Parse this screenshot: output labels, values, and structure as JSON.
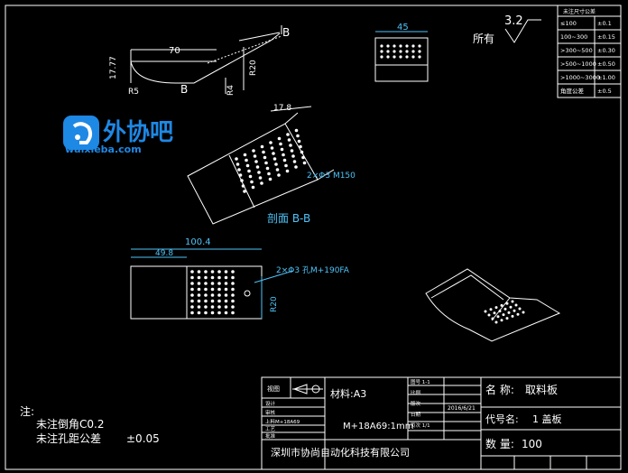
{
  "watermark": {
    "brand_text": "外协吧",
    "brand_url": "waixieba.com",
    "colors": {
      "brand_blue": "#1E88E5",
      "brand_white": "#FFFFFF"
    }
  },
  "roughness": {
    "value": "3.2",
    "label": "所有"
  },
  "tolerance_table": {
    "title": "未注尺寸公差",
    "rows": [
      {
        "range": "≤100",
        "tol": "±0.1"
      },
      {
        "range": "100~300",
        "tol": "±0.15"
      },
      {
        "range": ">300~500",
        "tol": "±0.30"
      },
      {
        "range": ">500~1000",
        "tol": "±0.50"
      },
      {
        "range": ">1000~3000",
        "tol": "±1.00"
      },
      {
        "range": "角度公差",
        "tol": "±0.5"
      }
    ]
  },
  "dimensions": {
    "side_top": "70",
    "side_left": "17.77",
    "side_right": "R20",
    "side_bottom_left": "R5",
    "side_bottom_right": "R4",
    "top_view_width": "45",
    "plan_width": "100.4",
    "plan_inner": "49.8",
    "plan_right": "R20",
    "hole_note": "2×Φ3 孔M+190FA",
    "section_dim": "17.8",
    "section_note": "2×Φ3 M150"
  },
  "labels": {
    "point_b_top": "B",
    "point_b_side": "B",
    "section_label": "剖面 B-B"
  },
  "notes": {
    "title": "注:",
    "line1": "未注倒角C0.2",
    "line2": "未注孔距公差",
    "line2_value": "±0.05"
  },
  "title_block": {
    "projection_label": "视图",
    "material": "材料:A3",
    "material_code": "M+18A69:1mm",
    "company": "深圳市协尚自动化科技有限公司",
    "date": "2016/6/21",
    "sheet_left_rows": [
      "设计",
      "审核",
      "上料M+18A69",
      "工艺",
      "批准"
    ],
    "sheet_mid_labels": [
      "图号 1-1",
      "比例",
      "版次",
      "日期",
      "页次 1/1"
    ],
    "name_label": "名 称:",
    "name_value": "取料板",
    "part_no_label": "代号名:",
    "part_no_value": "1 盖板",
    "qty_label": "数 量:",
    "qty_value": "100"
  }
}
